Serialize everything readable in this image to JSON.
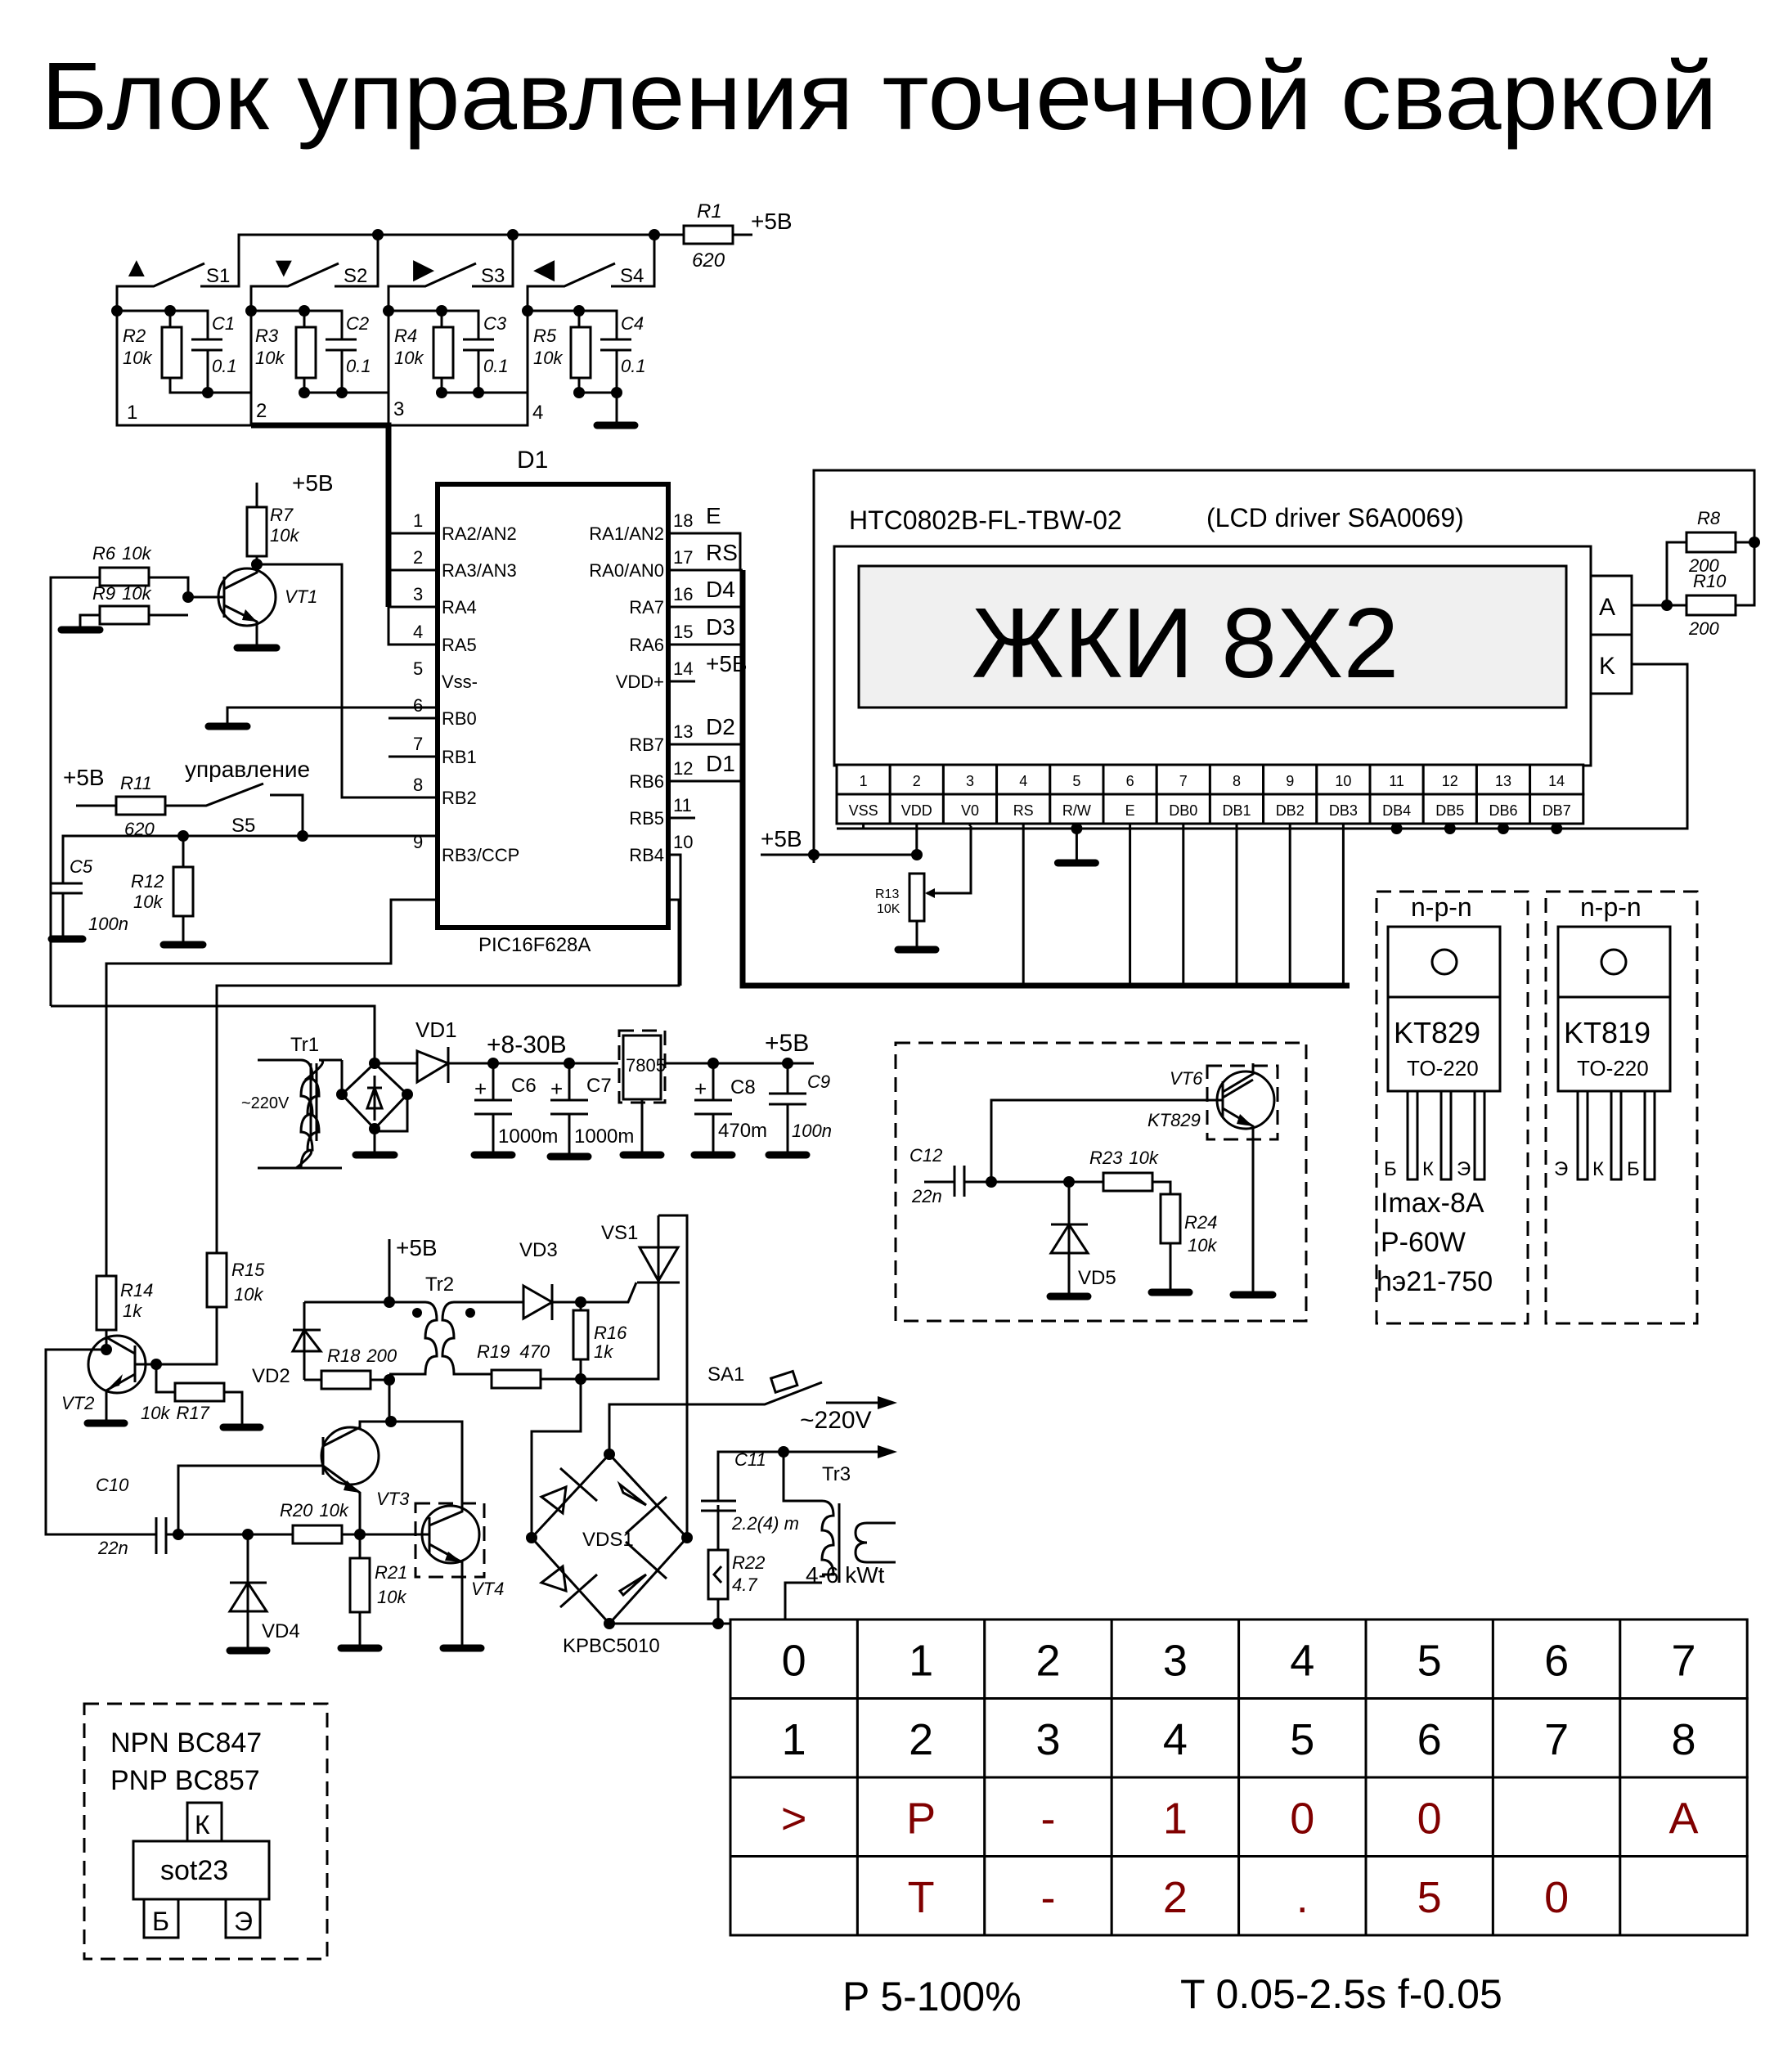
{
  "title": "Блок управления точечной сваркой",
  "colors": {
    "line": "#000000",
    "lcd_screen": "#f0f0f0",
    "table_text": "#800000"
  },
  "keypad": {
    "switches": [
      {
        "ref": "S1",
        "icon": "arrow-up-icon",
        "glyph": "▲"
      },
      {
        "ref": "S2",
        "icon": "arrow-down-icon",
        "glyph": "▼"
      },
      {
        "ref": "S3",
        "icon": "arrow-right-icon",
        "glyph": "▶"
      },
      {
        "ref": "S4",
        "icon": "arrow-left-icon",
        "glyph": "◀"
      }
    ],
    "resistors": [
      {
        "ref": "R2",
        "value": "10k"
      },
      {
        "ref": "R3",
        "value": "10k"
      },
      {
        "ref": "R4",
        "value": "10k"
      },
      {
        "ref": "R5",
        "value": "10k"
      }
    ],
    "capacitors": [
      {
        "ref": "C1",
        "value": "0.1"
      },
      {
        "ref": "C2",
        "value": "0.1"
      },
      {
        "ref": "C3",
        "value": "0.1"
      },
      {
        "ref": "C4",
        "value": "0.1"
      }
    ],
    "nets": [
      "1",
      "2",
      "3",
      "4"
    ],
    "pullup": {
      "ref": "R1",
      "value": "620",
      "supply": "+5B"
    }
  },
  "mcu": {
    "ref": "D1",
    "part": "PIC16F628A",
    "left_pins": [
      {
        "num": "1",
        "name": "RA2/AN2"
      },
      {
        "num": "2",
        "name": "RA3/AN3"
      },
      {
        "num": "3",
        "name": "RA4"
      },
      {
        "num": "4",
        "name": "RA5"
      },
      {
        "num": "5",
        "name": "Vss-"
      },
      {
        "num": "6",
        "name": "RB0"
      },
      {
        "num": "7",
        "name": "RB1"
      },
      {
        "num": "8",
        "name": "RB2"
      },
      {
        "num": "9",
        "name": "RB3/CCP"
      }
    ],
    "right_pins": [
      {
        "num": "18",
        "name": "RA1/AN2",
        "net": "E"
      },
      {
        "num": "17",
        "name": "RA0/AN0",
        "net": "RS"
      },
      {
        "num": "16",
        "name": "RA7",
        "net": "D4"
      },
      {
        "num": "15",
        "name": "RA6",
        "net": "D3"
      },
      {
        "num": "14",
        "name": "VDD+",
        "net": "+5B"
      },
      {
        "num": "13",
        "name": "RB7",
        "net": "D2"
      },
      {
        "num": "12",
        "name": "RB6",
        "net": "D1"
      },
      {
        "num": "11",
        "name": "RB5",
        "net": ""
      },
      {
        "num": "10",
        "name": "RB4",
        "net": ""
      }
    ]
  },
  "zero_cross": {
    "supply": "+5B",
    "r6": {
      "ref": "R6",
      "value": "10k"
    },
    "r9": {
      "ref": "R9",
      "value": "10k"
    },
    "r7": {
      "ref": "R7",
      "value": "10k"
    },
    "vt1": "VT1"
  },
  "control": {
    "supply": "+5B",
    "r11": {
      "ref": "R11",
      "value": "620"
    },
    "label": "управление",
    "switch": "S5",
    "c5": {
      "ref": "C5",
      "value": "100n"
    },
    "r12": {
      "ref": "R12",
      "value": "10k"
    }
  },
  "lcd": {
    "model": "HTC0802B-FL-TBW-02",
    "driver": "(LCD driver S6A0069)",
    "screen_text": "ЖКИ 8X2",
    "backlight": [
      "A",
      "K"
    ],
    "pins": [
      {
        "num": "1",
        "name": "VSS"
      },
      {
        "num": "2",
        "name": "VDD"
      },
      {
        "num": "3",
        "name": "V0"
      },
      {
        "num": "4",
        "name": "RS"
      },
      {
        "num": "5",
        "name": "R/W"
      },
      {
        "num": "6",
        "name": "E"
      },
      {
        "num": "7",
        "name": "DB0"
      },
      {
        "num": "8",
        "name": "DB1"
      },
      {
        "num": "9",
        "name": "DB2"
      },
      {
        "num": "10",
        "name": "DB3"
      },
      {
        "num": "11",
        "name": "DB4"
      },
      {
        "num": "12",
        "name": "DB5"
      },
      {
        "num": "13",
        "name": "DB6"
      },
      {
        "num": "14",
        "name": "DB7"
      }
    ],
    "r8": {
      "ref": "R8",
      "value": "200"
    },
    "r10": {
      "ref": "R10",
      "value": "200"
    },
    "supply": "+5B",
    "r13": {
      "ref": "R13",
      "value": "10K"
    }
  },
  "power": {
    "tr1": "Tr1",
    "ac_in": "~220V",
    "vd1": "VD1",
    "raw_rail": "+8-30B",
    "c6": {
      "ref": "C6",
      "value": "1000m"
    },
    "c7": {
      "ref": "C7",
      "value": "1000m"
    },
    "regulator": "7805",
    "out_rail": "+5B",
    "c8": {
      "ref": "C8",
      "value": "470m"
    },
    "c9": {
      "ref": "C9",
      "value": "100n"
    },
    "plus": "+"
  },
  "alt_driver": {
    "vt6": "VT6",
    "vt6_part": "KT829",
    "c12": {
      "ref": "C12",
      "value": "22n"
    },
    "r23": {
      "ref": "R23",
      "value": "10k"
    },
    "r24": {
      "ref": "R24",
      "value": "10k"
    },
    "vd5": "VD5"
  },
  "transistor_refs": [
    {
      "type": "n-p-n",
      "part": "KT829",
      "package": "TO-220",
      "pins": [
        "Б",
        "К",
        "Э"
      ],
      "specs": [
        "Imax-8A",
        "P-60W",
        "hэ21-750"
      ]
    },
    {
      "type": "n-p-n",
      "part": "KT819",
      "package": "TO-220",
      "pins": [
        "Э",
        "К",
        "Б"
      ],
      "specs": []
    }
  ],
  "driver": {
    "r14": {
      "ref": "R14",
      "value": "1k"
    },
    "r15": {
      "ref": "R15",
      "value": "10k"
    },
    "vt2": "VT2",
    "r17": {
      "ref": "R17",
      "value": "10k"
    },
    "c10": {
      "ref": "C10",
      "value": "22n"
    },
    "r20": {
      "ref": "R20",
      "value": "10k"
    },
    "r21": {
      "ref": "R21",
      "value": "10k"
    },
    "vd4": "VD4",
    "vt3": "VT3",
    "vt4": "VT4",
    "supply": "+5B",
    "tr2": "Tr2",
    "vd2": "VD2",
    "r18": {
      "ref": "R18",
      "value": "200"
    },
    "r19": {
      "ref": "R19",
      "value": "470"
    },
    "vd3": "VD3",
    "r16": {
      "ref": "R16",
      "value": "1k"
    },
    "vs1": "VS1"
  },
  "mains": {
    "sa1": "SA1",
    "ac": "~220V",
    "bridge": "VDS1",
    "bridge_part": "KPBC5010",
    "c11": {
      "ref": "C11",
      "value": "2.2(4) m"
    },
    "r22": {
      "ref": "R22",
      "value": "4.7"
    },
    "tr3": "Tr3",
    "power": "4-6 kWt"
  },
  "sot23": {
    "lines": [
      "NPN BC847",
      "PNP BC857"
    ],
    "package": "sot23",
    "pins": {
      "top": "К",
      "left": "Б",
      "right": "Э"
    }
  },
  "display_layout": {
    "rows": [
      [
        "0",
        "1",
        "2",
        "3",
        "4",
        "5",
        "6",
        "7"
      ],
      [
        "1",
        "2",
        "3",
        "4",
        "5",
        "6",
        "7",
        "8"
      ],
      [
        ">",
        "P",
        "-",
        "1",
        "0",
        "0",
        "",
        "A"
      ],
      [
        "",
        "T",
        "-",
        "2",
        ".",
        "5",
        "0",
        ""
      ]
    ],
    "notes": [
      "P 5-100%",
      "T 0.05-2.5s f-0.05"
    ]
  }
}
